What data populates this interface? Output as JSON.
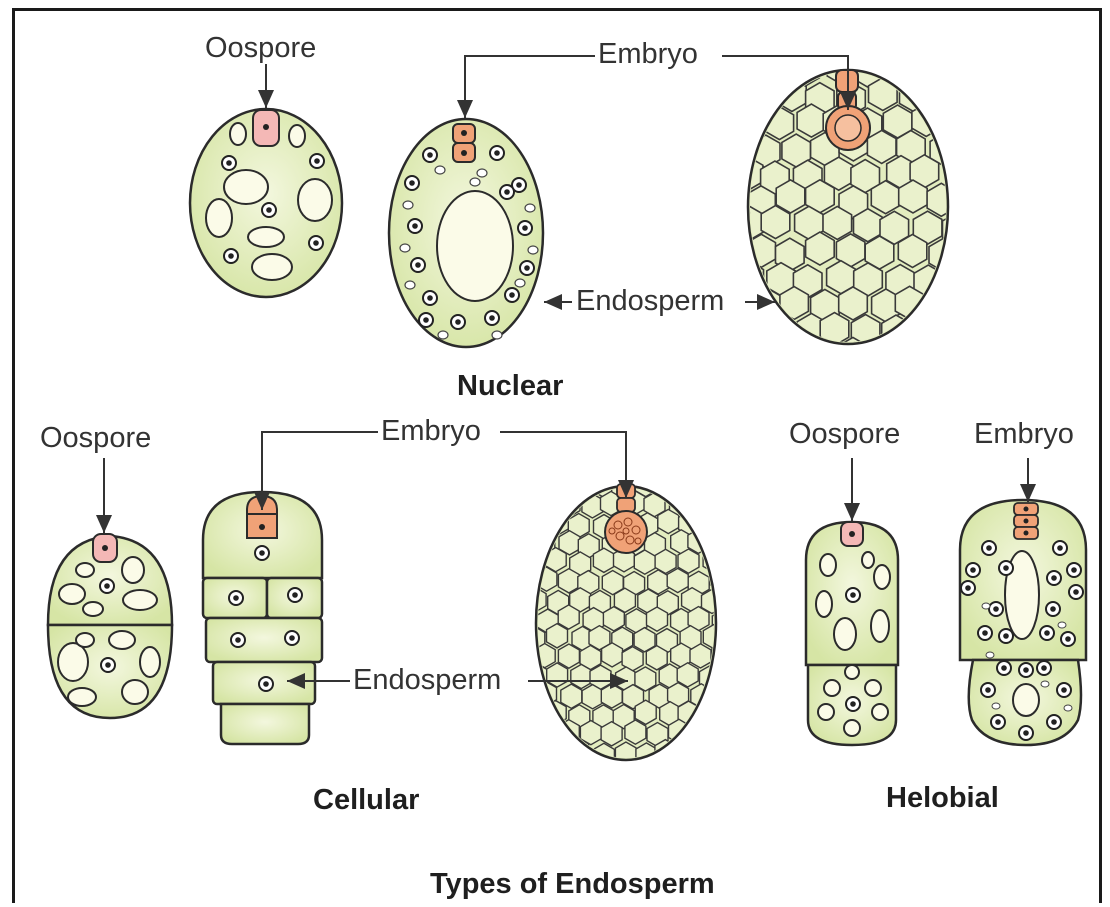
{
  "caption": "Types of Endosperm",
  "sections": {
    "nuclear": {
      "title": "Nuclear",
      "labels": {
        "oospore": "Oospore",
        "embryo": "Embryo",
        "endosperm": "Endosperm"
      }
    },
    "cellular": {
      "title": "Cellular",
      "labels": {
        "oospore": "Oospore",
        "embryo": "Embryo",
        "endosperm": "Endosperm"
      }
    },
    "helobial": {
      "title": "Helobial",
      "labels": {
        "oospore": "Oospore",
        "embryo": "Embryo"
      }
    }
  },
  "colors": {
    "cell_fill": "#dde9b4",
    "cell_fill_light": "#f2f7dc",
    "vacuole": "#fbfbe8",
    "outline": "#2b2b2b",
    "embryo": "#f0a277",
    "oospore": "#f4b8b6"
  }
}
